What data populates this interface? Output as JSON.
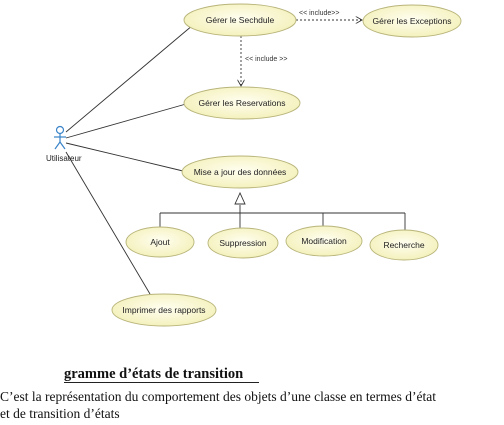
{
  "diagram": {
    "actor_label": "Utilisateur",
    "use_cases": {
      "gerer_schedule": "Gérer le Sechdule",
      "gerer_exceptions": "Gérer les Exceptions",
      "gerer_reservations": "Gérer les Reservations",
      "mise_a_jour": "Mise a jour des données",
      "ajout": "Ajout",
      "suppression": "Suppression",
      "modification": "Modification",
      "recherche": "Recherche",
      "imprimer": "Imprimer des rapports"
    },
    "relations": {
      "include_exceptions": "<< include>>",
      "include_reservations": "<< include >>"
    },
    "colors": {
      "ellipse_fill": "#fbf9d0",
      "ellipse_stroke": "#b8b47a",
      "actor_stroke": "#3a84c9",
      "line": "#333333"
    }
  },
  "section": {
    "heading": "gramme d’états de transition",
    "paragraph_line1": "C’est la représentation du comportement des objets d’une classe en termes d’état",
    "paragraph_line2": "et de transition d’états"
  }
}
